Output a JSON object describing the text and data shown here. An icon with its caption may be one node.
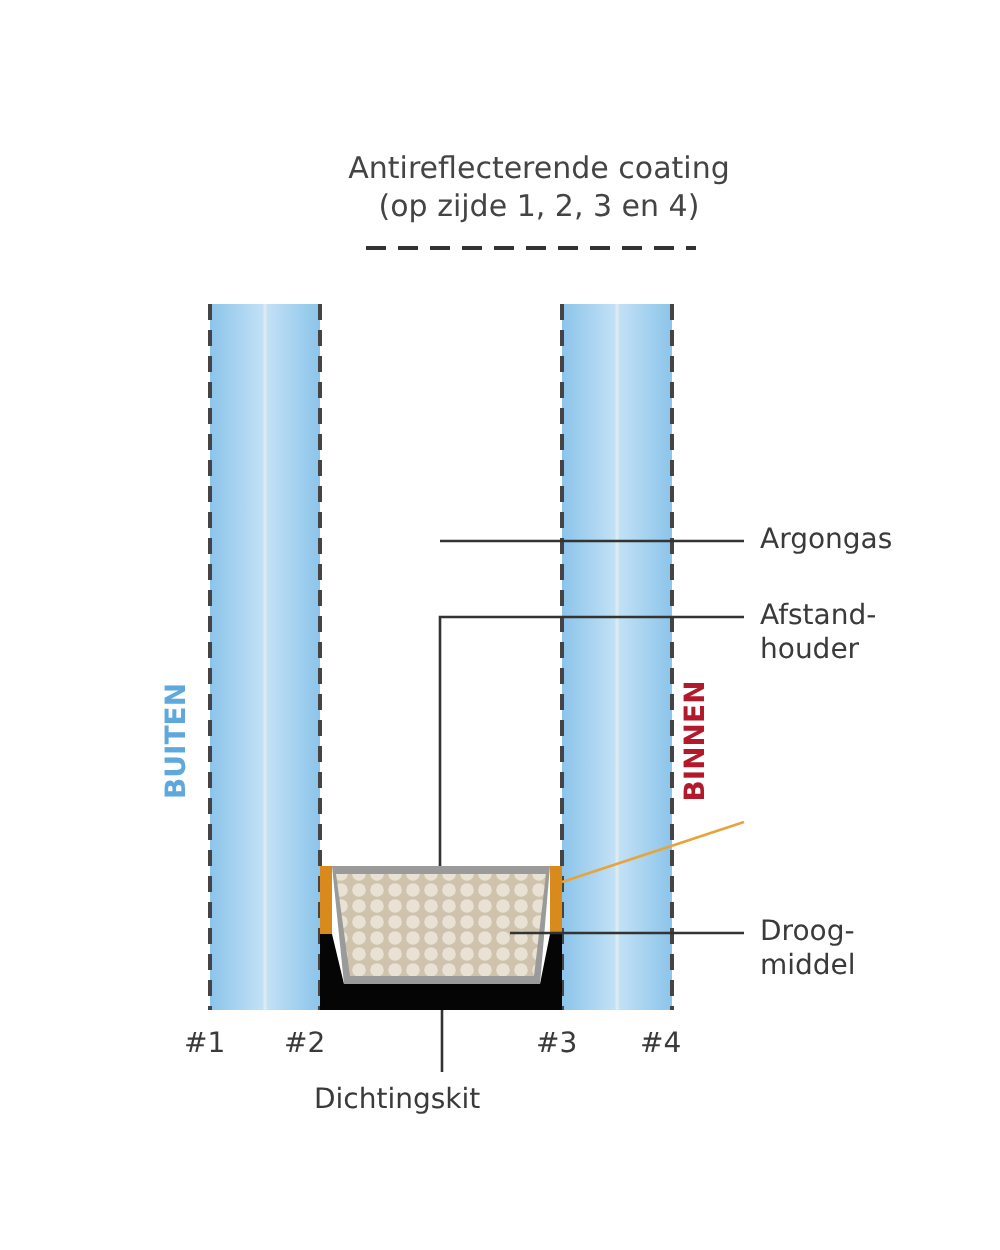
{
  "diagram": {
    "title": "Antireflecterende coating (op zijde 1, 2, 3 en 4)",
    "nodes": [
      {
        "text": [
          "Argongas"
        ]
      },
      {
        "text": [
          "Afstand- houder"
        ]
      },
      {
        "text": [
          "Droog- middel"
        ]
      },
      {
        "text": [
          "Dichtingskit"
        ]
      },
      {
        "text": [],
        "shape": "box"
      },
      {
        "text": [],
        "shape": "box",
        "in": 4
      },
      {
        "text": [],
        "shape": "box"
      },
      {
        "text": [],
        "shape": "bar"
      }
    ],
    "edges": [
      {
        "from": 0,
        "to": null,
        "arrow": "none"
      },
      {
        "from": 1,
        "to": 4,
        "arrow": "none"
      },
      {
        "from": 2,
        "to": 5,
        "arrow": "none"
      },
      {
        "from": 3,
        "to": 6,
        "arrow": "none"
      },
      {
        "from": 7,
        "to": null,
        "arrow": "none",
        "color": "#e8a33a"
      }
    ],
    "labels": [
      "BUITEN",
      "BINNEN",
      "#1",
      "#2",
      "#3",
      "#4"
    ]
  }
}
